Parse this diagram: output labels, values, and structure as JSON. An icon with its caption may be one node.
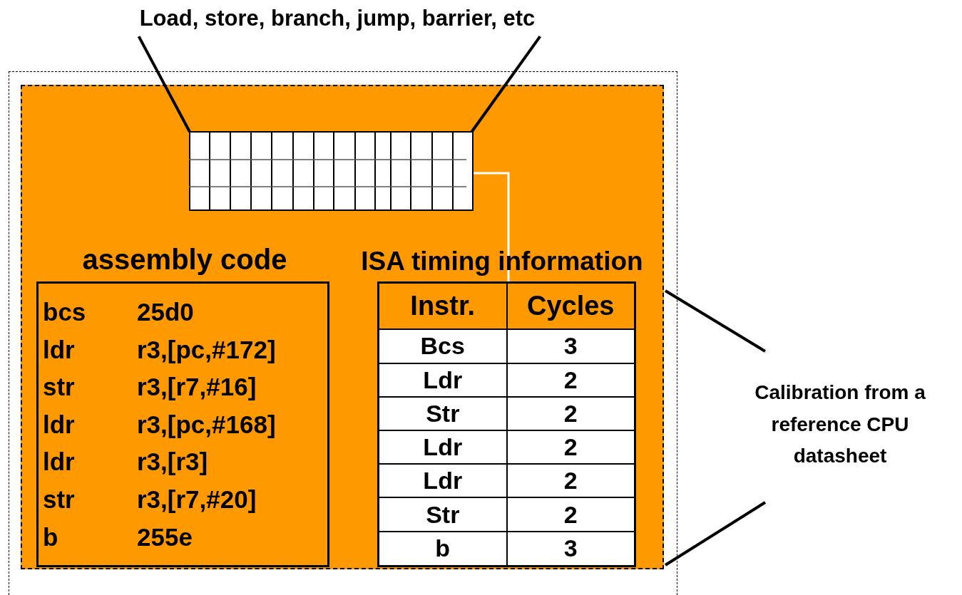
{
  "diagram": {
    "nodes": [
      {
        "text": [
          "Load, store, branch, jump, barrier, etc"
        ]
      },
      {
        "text": [],
        "shape": "box"
      },
      {
        "text": [],
        "shape": "box",
        "in": 1
      },
      {
        "text": [],
        "shape": "box",
        "in": 2
      },
      {
        "text": [
          "assembly code",
          "bcs",
          "25d0",
          "ldr",
          "r3,[pc,#172]",
          "str",
          "r3,[r7,#16]",
          "ldr",
          "r3,[pc,#168]",
          "ldr",
          "r3,[r3]",
          "str",
          "r3,[r7,#20]",
          "b",
          "255e"
        ],
        "in": 2
      },
      {
        "text": [
          "ISA timing information",
          "Instr.",
          "Cycles",
          "Bcs",
          "3",
          "Ldr",
          "2",
          "Str",
          "2",
          "Ldr",
          "2",
          "Ldr",
          "2",
          "Str",
          "2",
          "b",
          "3"
        ],
        "in": 2
      },
      {
        "text": [
          "Calibration from a reference CPU datasheet"
        ]
      }
    ],
    "edges": [
      {
        "from": 0,
        "to": 3,
        "arrow": "none"
      },
      {
        "from": 0,
        "to": 3,
        "arrow": "none"
      },
      {
        "from": 3,
        "to": 5,
        "arrow": "none",
        "color": "#ffffff"
      },
      {
        "from": 6,
        "to": 2,
        "arrow": "none"
      },
      {
        "from": 6,
        "to": 2,
        "arrow": "none"
      }
    ]
  }
}
